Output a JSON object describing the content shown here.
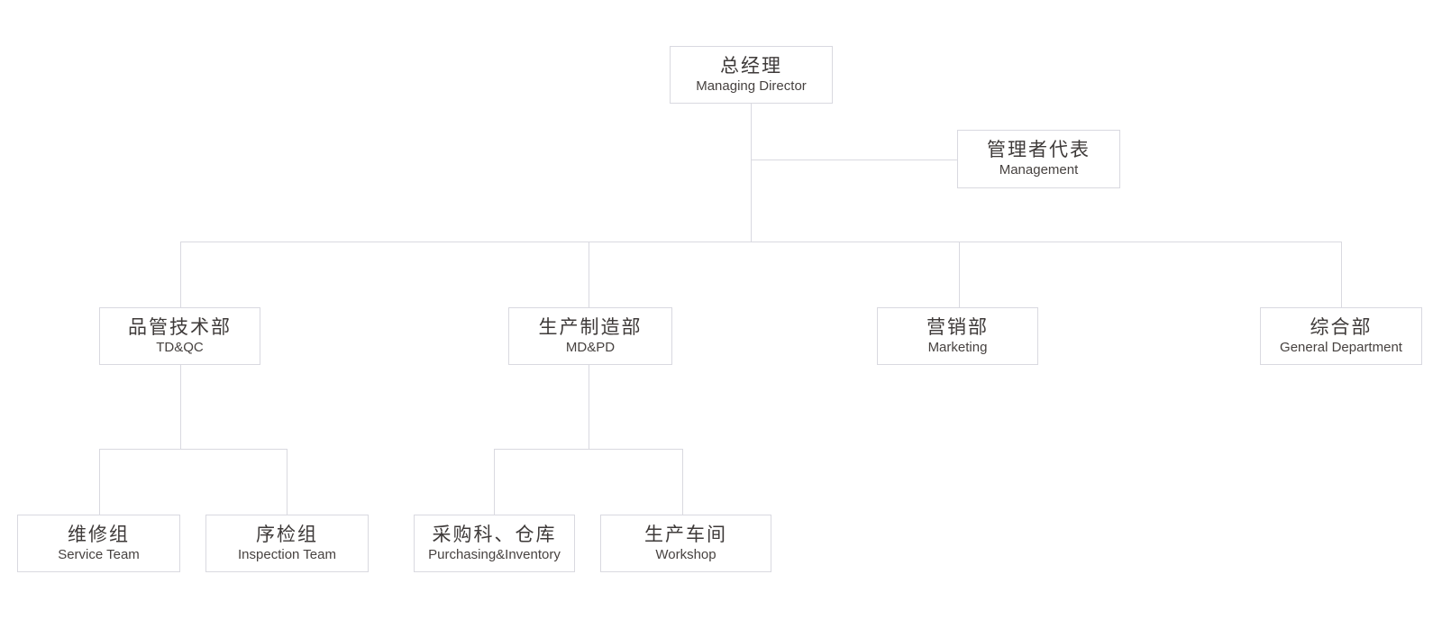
{
  "diagram": {
    "type": "org-chart",
    "colors": {
      "background": "#ffffff",
      "box_border": "#d9d9e0",
      "connector_line": "#d9d9e0",
      "text_primary": "#3e3a39",
      "text_secondary": "#474240"
    },
    "nodes": [
      {
        "id": "managing-director",
        "zh": "总经理",
        "en": "Managing Director"
      },
      {
        "id": "management-rep",
        "zh": "管理者代表",
        "en": "Management"
      },
      {
        "id": "td-qc",
        "zh": "品管技术部",
        "en": "TD&QC"
      },
      {
        "id": "md-pd",
        "zh": "生产制造部",
        "en": "MD&PD"
      },
      {
        "id": "marketing",
        "zh": "营销部",
        "en": "Marketing"
      },
      {
        "id": "general-dept",
        "zh": "综合部",
        "en": "General Department"
      },
      {
        "id": "service-team",
        "zh": "维修组",
        "en": "Service Team"
      },
      {
        "id": "inspection-team",
        "zh": "序检组",
        "en": "Inspection Team"
      },
      {
        "id": "purchasing",
        "zh": "采购科、仓库",
        "en": "Purchasing&Inventory"
      },
      {
        "id": "workshop",
        "zh": "生产车间",
        "en": "Workshop"
      }
    ],
    "hierarchy": {
      "root": "managing-director",
      "staff": [
        "management-rep"
      ],
      "level2": [
        "td-qc",
        "md-pd",
        "marketing",
        "general-dept"
      ],
      "children_of_td-qc": [
        "service-team",
        "inspection-team"
      ],
      "children_of_md-pd": [
        "purchasing",
        "workshop"
      ]
    }
  }
}
